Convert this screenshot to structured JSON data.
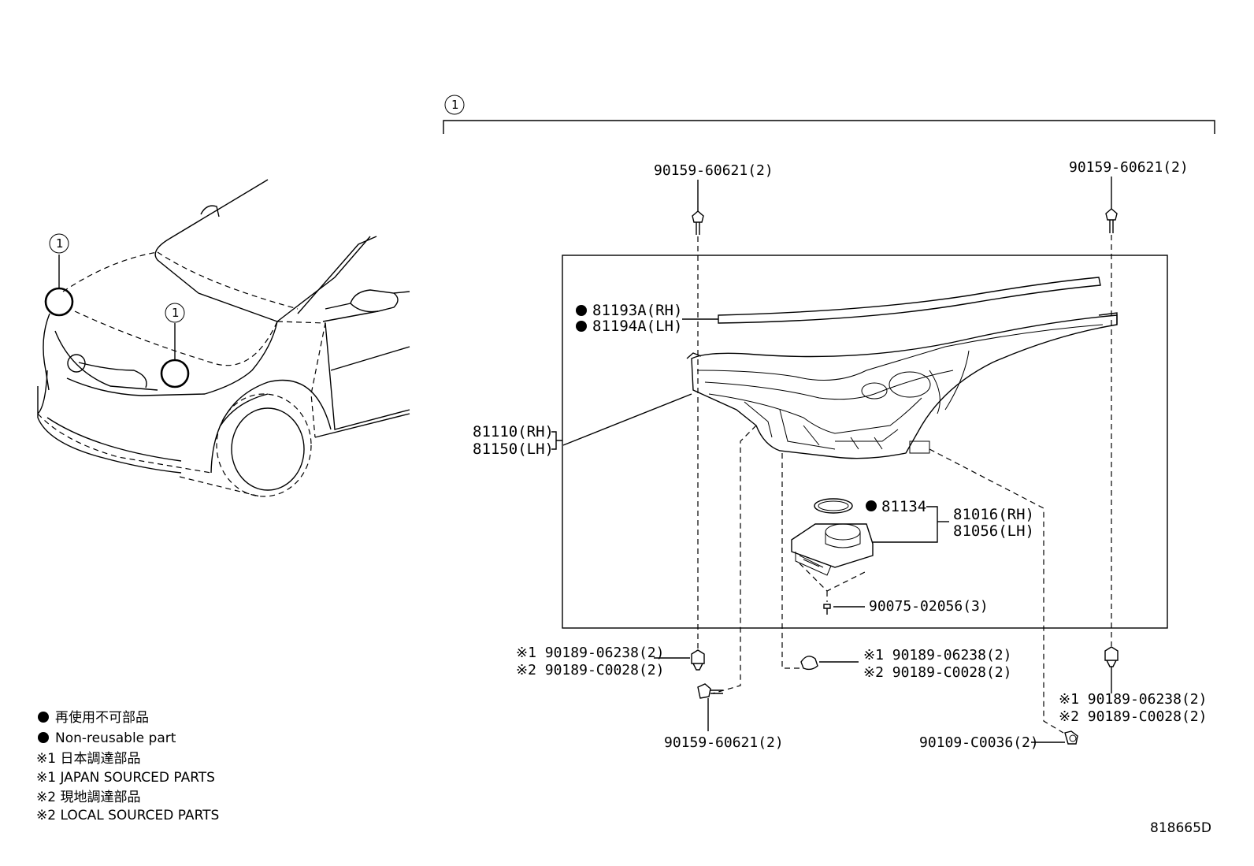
{
  "callout": {
    "ref_number": "1"
  },
  "labels": {
    "bolt_top_left": "90159-60621(2)",
    "bolt_top_right": "90159-60621(2)",
    "garnish_rh": "81193A(RH)",
    "garnish_lh": "81194A(LH)",
    "headlamp_rh": "81110(RH)",
    "headlamp_lh": "81150(LH)",
    "oring": "81134",
    "computer_rh": "81016(RH)",
    "computer_lh": "81056(LH)",
    "screw": "90075-02056(3)",
    "clip_left_1": "※1 90189-06238(2)",
    "clip_left_2": "※2 90189-C0028(2)",
    "clip_center_1": "※1 90189-06238(2)",
    "clip_center_2": "※2 90189-C0028(2)",
    "clip_right_1": "※1 90189-06238(2)",
    "clip_right_2": "※2 90189-C0028(2)",
    "bolt_bottom": "90159-60621(2)",
    "bolt_bottom_right": "90109-C0036(2)"
  },
  "legend": {
    "nonreusable_jp": "再使用不可部品",
    "nonreusable_en": "Non-reusable part",
    "japan_jp": "※1 日本調達部品",
    "japan_en": "※1 JAPAN SOURCED PARTS",
    "local_jp": "※2 現地調達部品",
    "local_en": "※2 LOCAL SOURCED PARTS"
  },
  "diagram_id": "818665D"
}
